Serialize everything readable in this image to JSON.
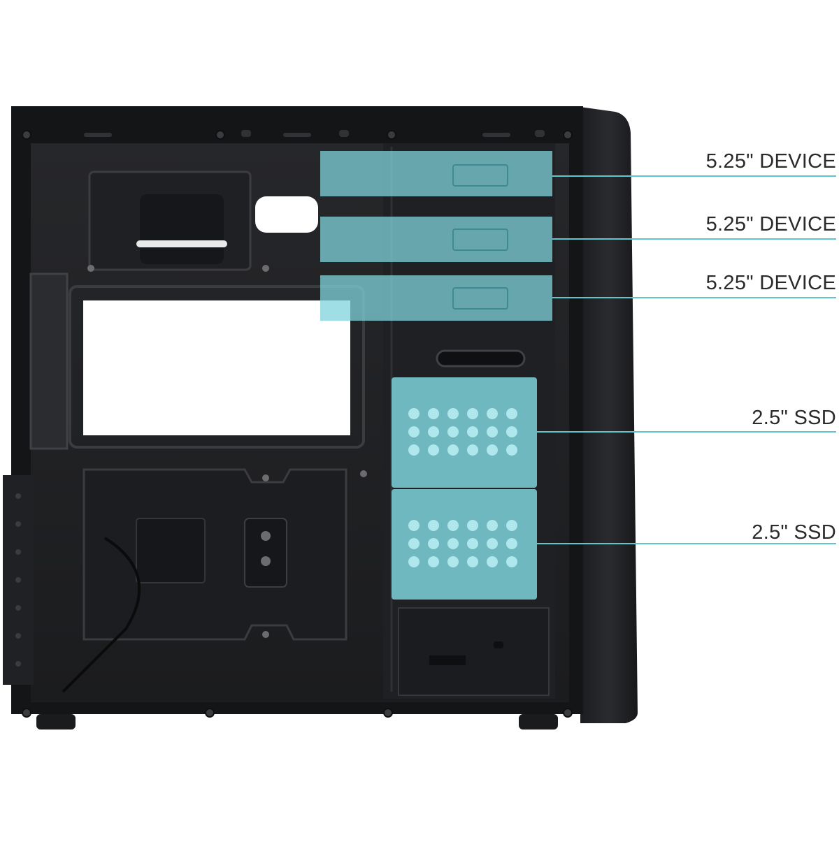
{
  "colors": {
    "case_body": "#1a1b1d",
    "case_panel": "#232427",
    "bay_highlight": "#7fd3db",
    "callout_line": "#5ec6cf",
    "background": "#ffffff"
  },
  "callouts": [
    {
      "id": "device-1",
      "label": "5.25\" DEVICE"
    },
    {
      "id": "device-2",
      "label": "5.25\" DEVICE"
    },
    {
      "id": "device-3",
      "label": "5.25\" DEVICE"
    },
    {
      "id": "ssd-1",
      "label": "2.5\" SSD"
    },
    {
      "id": "ssd-2",
      "label": "2.5\" SSD"
    }
  ]
}
